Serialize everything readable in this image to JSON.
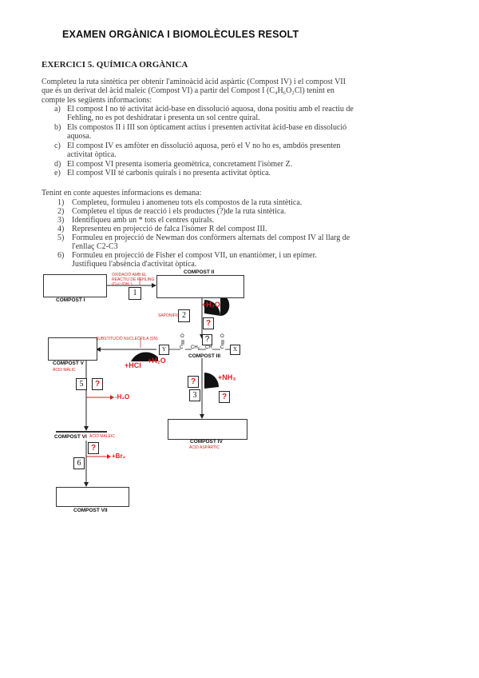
{
  "header": {
    "title": "EXAMEN ORGÀNICA I BIOMOLÈCULES RESOLT"
  },
  "exercise": {
    "title": "EXERCICI 5. QUÍMICA ORGÀNICA",
    "intro": [
      "Completeu la ruta sintètica per obtenir l'aminoàcid àcid aspàrtic (Compost IV) i el compost VII",
      "que és un derivat del àcid maleic (Compost VI) a partir del Compost I (C₄H₆O₂Cl) tenint en",
      "compte les següents informacions:"
    ],
    "conditions": [
      {
        "marker": "a)",
        "lines": [
          "El compost I no té activitat àcid-base en dissolució aquosa, dona positiu amb el reactiu de",
          "Fehling, no es pot deshidratar i presenta un sol centre quiral."
        ]
      },
      {
        "marker": "b)",
        "lines": [
          "Els compostos II i III son òpticament actius i presenten activitat àcid-base en dissolució",
          "aquosa."
        ]
      },
      {
        "marker": "c)",
        "lines": [
          "El compost IV es amfòter en dissolució aquosa, però el V no ho es, ambdós presenten",
          "activitat òptica."
        ]
      },
      {
        "marker": "d)",
        "lines": [
          "El compost VI presenta isomeria geomètrica, concretament l'isòmer Z."
        ]
      },
      {
        "marker": "e)",
        "lines": [
          "El compost VII té carbonis quirals i no presenta activitat òptica."
        ]
      }
    ],
    "ask_intro": "Tenint en conte aquestes informacions es demana:",
    "questions": [
      {
        "marker": "1)",
        "lines": [
          "Completeu, formuleu i anomeneu tots els compostos de la ruta sintètica."
        ]
      },
      {
        "marker": "2)",
        "lines": [
          "Completeu el tipus de reacció i els productes (?)de la ruta sintètica."
        ]
      },
      {
        "marker": "3)",
        "lines": [
          "Identifiqueu amb un * tots el centres quirals."
        ]
      },
      {
        "marker": "4)",
        "lines": [
          "Representeu en projecció de falca l'isòmer R del compost III."
        ]
      },
      {
        "marker": "5)",
        "lines": [
          "Formuleu en projecció de Newman dos confòrmers alternats del compost IV al llarg de",
          "l'enllaç C2-C3"
        ]
      },
      {
        "marker": "6)",
        "lines": [
          "Formuleu en projecció de Fisher el compost VII, un enantiòmer, i un epímer.",
          "Justifiqueu l'absència d'activitat òptica."
        ]
      }
    ]
  },
  "diagram": {
    "compost_i": "COMPOST I",
    "compost_ii": "COMPOST II",
    "compost_iii": "COMPOST III",
    "compost_iv": "COMPOST IV",
    "compost_iv_sub": "ÀCID ASPÀRTIC",
    "compost_v": "COMPOST V",
    "compost_v_sub": "ÀCID MÀLIC",
    "compost_vi": "COMPOST VI",
    "compost_vi_sub": "ÀCID MALEIC",
    "compost_vii": "COMPOST VII",
    "note_fehling": "OXIDACIÓ AMB EL REACTIU DE FEHLING (Cu²⁺/OH⁻)",
    "note_saponif": "SAPONIFICACIÓ",
    "note_subst": "SUBSTITUCIÓ NUCLEÒFILA (SN)",
    "reag_h2o_1": "+H₂O",
    "reag_hcl": "+HCl",
    "reag_h2o_2": "+H₂O",
    "reag_nh3": "+NH₃",
    "reag_minus_h2o": "-H₂O",
    "reag_br2": "+Br₂",
    "step1": "1",
    "step2": "2",
    "step3": "3",
    "step5": "5",
    "step6": "6",
    "qmark": "?",
    "formula": {
      "y": "Y",
      "c1": "C",
      "ch2": "CH₂",
      "ch": "CH",
      "c2": "C",
      "x": "X",
      "o": "O"
    }
  }
}
